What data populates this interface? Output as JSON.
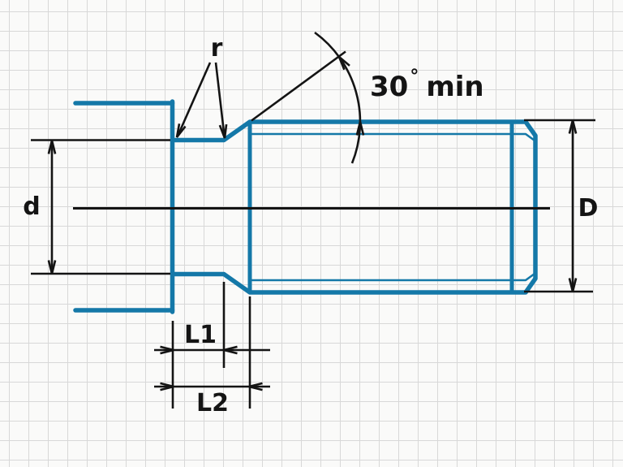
{
  "drawing": {
    "type": "technical-diagram",
    "subject": "screw-shank-with-thread-undercut",
    "labels": {
      "fillet_radius": "r",
      "minor_diameter": "d",
      "major_diameter": "D",
      "length_1": "L1",
      "length_2": "L2",
      "angle": {
        "value": "30",
        "degree_symbol": "°",
        "suffix": "min"
      }
    },
    "colors": {
      "part": "#1478a8",
      "ink": "#141414",
      "paper": "#fafaf9",
      "grid": "#d8d8d8"
    }
  }
}
